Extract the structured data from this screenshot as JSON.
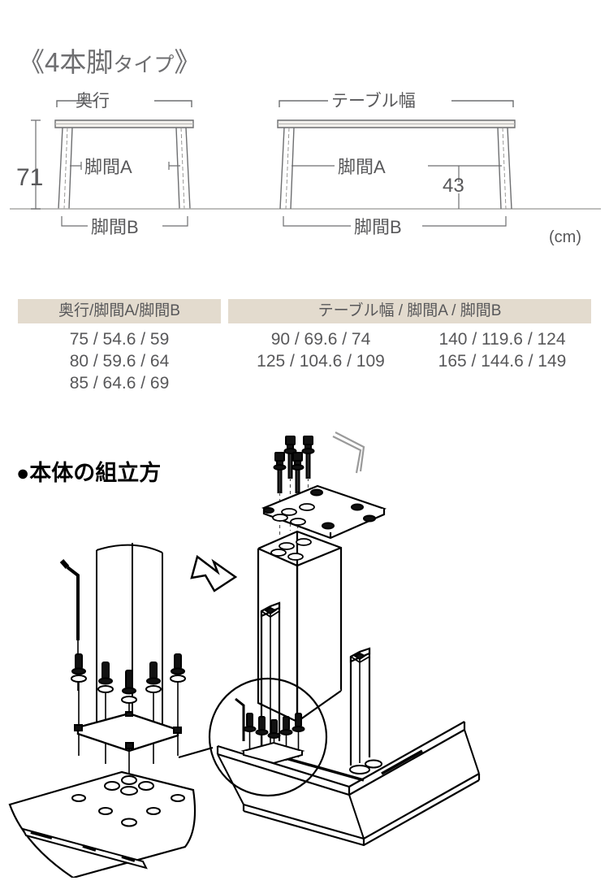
{
  "title": {
    "open_bracket": "《",
    "main": "4本脚",
    "suffix": "タイプ",
    "close_bracket": "》",
    "full": "《4本脚タイプ》"
  },
  "spec_diagram": {
    "unit_label": "(cm)",
    "depth_view": {
      "top_dimension_label": "奥行",
      "height_label": "71",
      "leg_span_a_label": "脚間A",
      "leg_span_b_label": "脚間B"
    },
    "width_view": {
      "top_dimension_label": "テーブル幅",
      "leg_span_a_label": "脚間A",
      "leg_span_b_label": "脚間B",
      "clearance_label": "43"
    }
  },
  "tables": {
    "depth_table": {
      "header": "奥行/脚間A/脚間B",
      "rows": [
        "75 / 54.6 / 59",
        "80 / 59.6 / 64",
        "85 / 64.6 / 69"
      ]
    },
    "width_table": {
      "header": "テーブル幅 / 脚間A / 脚間B",
      "rows": [
        {
          "left": "90 /  69.6 /  74",
          "right": "140 / 119.6 / 124"
        },
        {
          "left": "125 / 104.6 / 109",
          "right": "165 / 144.6 / 149"
        }
      ]
    }
  },
  "assembly": {
    "heading_bullet": "●",
    "heading": "●本体の組立方",
    "figures": {
      "detail_plate": "leg-mounting-plate-detail",
      "single_leg": "single-leg-attachment",
      "two_legs": "two-leg-tabletop-assembly",
      "arrow": "zoom-callout-arrow"
    }
  },
  "colors": {
    "header_bg": "#e3dbce",
    "text": "#58585a",
    "line": "#6d6e70",
    "black": "#000000",
    "table_top_fill": "#f2f0ec"
  }
}
